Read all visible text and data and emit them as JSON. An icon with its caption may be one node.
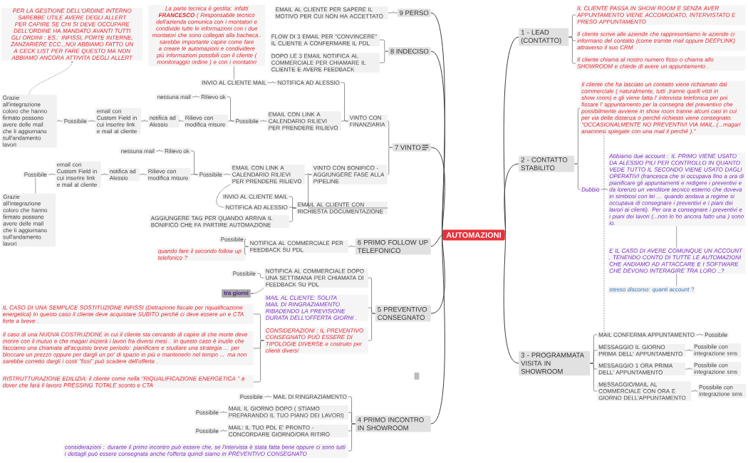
{
  "diagram": {
    "nodes": [
      {
        "text": [
          "AUTOMAZIONI"
        ]
      },
      {
        "text": [
          "1 - LEAD (CONTATTO)"
        ]
      },
      {
        "text": [
          "IL CLIENTE PASSA IN SHOW ROOM E SENZA AVER APPUNTAMENTO VIENE ACCOMODATO, INTERVISTATO E PRESO APPUNTAMENTO"
        ]
      },
      {
        "text": [
          "Il cliente scrive alle aziende che rappresentiamo le aziende ci informano del contatto (come tramite mail oppure DEEPLINK) attraverso il suo CRM"
        ]
      },
      {
        "text": [
          "Il cliente chiama al nostro numero fisso o chiama allo SHOWROOM e chiede di avere un appuntamento ."
        ]
      },
      {
        "text": [
          "2 - CONTATTO STABILITO"
        ]
      },
      {
        "text": [
          "Il cliente che ha lasciato un contatto viene richiamato dal commerciale ( naturalmente, tutti ,tranne quelli visti in show room) e gli viene fatta l' intervista telefonica per poi fissare l' appuntamento per la consegna del preventivo che possibilmente avviene in show room tranne alcuni casi in cui per via della distanza o perché richiesto viene consegnato. \"OCCASIONALMENTE NO PREVENTIVI VIA MAIL..(...magari anamnesi spiegate con una mail il perché ).\""
        ]
      },
      {
        "text": [
          "Dubbio"
        ]
      },
      {
        "text": [
          "Abbiamo due account : IL PRIMO VIENE USATO DA ALESSIO PILI PER CONTROLLO IN QUANTO VEDE TUTTO IL SECONDO VIENE USATO DAGLI OPERATIVI (francesca che si occupava fino a ora di pianificare gli appuntamenti e redigere i preventivi e da lorenzo un venditore tecnico esterno che doveva in simbiosi con lei ... quando andava a regime si occupava di consegnare i preventivi e i piani dei lavori ai clienti). Per ora a consegnare i preventivi e i piani dei lavori (...non lo ho ancora fatto una ) sono io."
        ]
      },
      {
        "text": [
          "E IL CASO DI AVERE COMUNQUE UN ACCOUNT , TENENDO CONTO DI TUTTE LE AUTOMAZIONI CHE ANDIAMO AD ATTACCARE E I SOFTWARE CHE DEVONO INTERAGIRE TRA LORO ..?"
        ]
      },
      {
        "text": [
          "stesso discorso: quanti account ?"
        ]
      },
      {
        "text": [
          "3 - PROGRAMMATA VISITA IN SHOWROOM"
        ]
      },
      {
        "text": [
          "MAIL CONFERMA APPUNTAMENTO"
        ]
      },
      {
        "text": [
          "Possibile"
        ]
      },
      {
        "text": [
          "MESSAGGIO IL GIORNO PRIMA DELL' APPUNTAMENTO"
        ]
      },
      {
        "text": [
          "Possibile con integrazione sms"
        ]
      },
      {
        "text": [
          "MESSAGGIO 1 ORA PRIMA DELL' APPUNTAMENTO"
        ]
      },
      {
        "text": [
          "Possibile con integrazione sms"
        ]
      },
      {
        "text": [
          "MESSAGGIO/MAIL AL COMMERCIALE CON ORA E GIORNO DELL'APPUNTAMENTO"
        ]
      },
      {
        "text": [
          "Possibile con integrazione sms"
        ]
      },
      {
        "text": [
          "4 PRIMO INCONTRO IN SHOWROOM"
        ]
      },
      {
        "text": [
          "MAIL DI RINGRAZIAMENTO"
        ]
      },
      {
        "text": [
          "Possibile"
        ]
      },
      {
        "text": [
          "MAIL IL GIORNO DOPO ( STIAMO PREPARANDO IL TUO PIANO DEI LAVORI)"
        ]
      },
      {
        "text": [
          "Possibile"
        ]
      },
      {
        "text": [
          "MAIL: IL TUO PDL E' PRONTO - CONCORDARE GIORNO/ORA RITIRO"
        ]
      },
      {
        "text": [
          "Possibile"
        ]
      },
      {
        "text": [
          "considerazioni : durante il primo incontro può essere che, se l'intervista è stata fatta bene oppure ci sono tutti i dettagli può essere consegnata anche l'offerta quindi siamo in PREVENTIVO CONSEGNATO"
        ]
      },
      {
        "text": [
          "5 PREVENTIVO CONSEGNATO"
        ]
      },
      {
        "text": [
          "NOTIFICA AL COMMERCIALE DOPO UNA SETTIMANA PER CHIAMATA DI FEEDBACK SU PDL"
        ]
      },
      {
        "text": [
          "Possibile"
        ]
      },
      {
        "text": [
          "tra giorni"
        ]
      },
      {
        "text": [
          "MAIL AL CLIENTE: SOLITA MAIL DI RINGRAZIAMENTO RIBADENDO LA PREVISIONE DURATA DELL'OFFERTA GIORNI ."
        ]
      },
      {
        "text": [
          "CONSIDERAZIONI : IL PREVENTIVO CONSEGNATO PUÒ ESSERE DI TIPOLOGIE DIVERSE e costruito per clienti diversi"
        ]
      },
      {
        "text": [
          "IL CASO DI UNA SEMPLICE SOSTITUZIONE INFISSI (Detrazione fiscale per riqualificazione energetica) In questo caso il cliente deve acquistare SUBITO perché ci deve essere un e CTA forte a breve ."
        ]
      },
      {
        "text": [
          "Il caso di una NUOVA COSTRUZIONE in cui il cliente sta cercando di capire di che morte deve morire con il mutuo e che magari inizierà i lavori fra diversi mesi . In questo caso è inutile che facciamo una chiamata all'acquisto breve periodo: pianificare e studiare una strategia ... per bloccare un prezzo oppure per dargli un po' di spazio in più e mantenerlo nel tempo ... ma non sarebbe corretto dargli i costi \"fissi\" può scadere dell'offerta ."
        ]
      },
      {
        "text": [
          "RISTRUTTURAZIONE EDILIZIA: il cliente come nella \"RIQUALIFICAZIONE ENERGETICA \" a dover che farà il lavoro PRESSING TOTALE sconto e CTA"
        ]
      },
      {
        "text": [
          "6 PRIMO FOLLOW UP TELEFONICO"
        ]
      },
      {
        "text": [
          "NOTIFICA AL COMMERCIALE PER FEEDBACK SU PDL"
        ]
      },
      {
        "text": [
          "Possibile"
        ]
      },
      {
        "text": [
          "quando fare il secondo follow up telefonico ?"
        ]
      },
      {
        "text": [
          "7 VINTO"
        ]
      },
      {
        "text": [
          "VINTO CON FINANZIARIA"
        ]
      },
      {
        "text": [
          "EMAIL CON LINK A CALENDARIO RILIEVI PER PRENDERE RILIEVO"
        ]
      },
      {
        "text": [
          "Possibile"
        ]
      },
      {
        "text": [
          "Rilievo ok"
        ]
      },
      {
        "text": [
          "nessuna mail"
        ]
      },
      {
        "text": [
          "Rilievo con modifica misure"
        ]
      },
      {
        "text": [
          "notifica ad Alessio"
        ]
      },
      {
        "text": [
          "email con Custom Field in cui inserire link e mail al cliente"
        ]
      },
      {
        "text": [
          "Possibile"
        ]
      },
      {
        "text": [
          "Grazie all'integrazione coloro che hanno firmato possono avere delle mail che li aggiornano sull'andamento lavori"
        ]
      },
      {
        "text": [
          "PER LA GESTIONE DELL'ORDINE INTERNO SAREBBE UTILE AVERE DEGLI ALLERT PER CAPIRE SE CHI SI DEVE OCCUPARE DELL'ORDINE HA MANDATO AVANTI TUTTI GLI ORDINI : ES.: INFISSI, PORTE INTERNE, ZANZARIERE ECC...NOI ABBIAMO FATTO UN A CECK LIST PER FARE QUESTO MA NON ABBIAMO ANCORA ATTIVITA DEGLI ALLERT"
        ]
      },
      {
        "text": [
          "NOTIFICA AD ALESSIO"
        ]
      },
      {
        "text": [
          "INVIO AL CLIENTE MAIL"
        ]
      },
      {
        "text": [
          "La parte tecnica è gestita: infatti **FRANCESCO** ( Responsabile tecnico dell'azienda comunica con i montatori e condivide tutte le informazioni con i due montatori che sono collegati alla bacheca.. sarebbe importante capire come fare a creare le automazioni e condividere più informazioni possibili con il cliente ( monitoraggio ordine ) e con i montatori"
        ]
      },
      {
        "text": [
          "VINTO CON BONIFICO - AGGIUNGERE FASE ALLA PIPELINE"
        ]
      },
      {
        "text": [
          "EMAIL CON LINK A CALENDARIO RILIEVI PER PRENDERE RILIEVO"
        ]
      },
      {
        "text": [
          "Possibile"
        ]
      },
      {
        "text": [
          "Rilievo ok"
        ]
      },
      {
        "text": [
          "nessuna mail"
        ]
      },
      {
        "text": [
          "Rilievo con modifica misure"
        ]
      },
      {
        "text": [
          "notifica ad Alessio"
        ]
      },
      {
        "text": [
          "email con Custom Field in cui inserire link e mail al cliente"
        ]
      },
      {
        "text": [
          "Possibile"
        ]
      },
      {
        "text": [
          "Grazie all'integrazione coloro che hanno firmato possono avere delle mail che li aggiornano sull'andamento lavori"
        ]
      },
      {
        "text": [
          "EMAIL AL CLIENTE CON RICHIESTA DOCUMENTAZIONE"
        ]
      },
      {
        "text": [
          "INVIO AL CLIENTE MAIL"
        ]
      },
      {
        "text": [
          "NOTIFICA AD ALESSIO"
        ]
      },
      {
        "text": [
          "AGGIUNGERE TAG PER QUANDO ARRIVA IL BONIFICO CHE FA PARTIRE AUTOMAZIONE"
        ]
      },
      {
        "text": [
          "8 INDECISO"
        ]
      },
      {
        "text": [
          "FLOW DI 3 EMAIL PER \"CONVINCERE\" IL CLIENTE A CONFERMARE IL PDL"
        ]
      },
      {
        "text": [
          "DOPO LE 3 EMAIL NOTIFICA AL COMMERCIALE PER CHIAMARE IL CLIENTE E AVERE FEEDBACK"
        ]
      },
      {
        "text": [
          "9 PERSO"
        ]
      },
      {
        "text": [
          "EMAIL AL CLIENTE PER SAPERE IL MOTIVO PER CUI NON HA ACCETTATO"
        ]
      },
      {
        "text": [],
        "shape": "box"
      }
    ],
    "edges": [
      {
        "from": 0,
        "to": 1,
        "arrow": "none"
      },
      {
        "from": 1,
        "to": 2,
        "arrow": "none"
      },
      {
        "from": 1,
        "to": 3,
        "arrow": "none"
      },
      {
        "from": 1,
        "to": 4,
        "arrow": "none"
      },
      {
        "from": 0,
        "to": 5,
        "arrow": "none"
      },
      {
        "from": 5,
        "to": 6,
        "arrow": "none"
      },
      {
        "from": 5,
        "to": 7,
        "arrow": "none"
      },
      {
        "from": 7,
        "to": 8,
        "arrow": "none"
      },
      {
        "from": 8,
        "to": 9,
        "arrow": "none"
      },
      {
        "from": 9,
        "to": 10,
        "arrow": "none"
      },
      {
        "from": 0,
        "to": 11,
        "arrow": "none"
      },
      {
        "from": 11,
        "to": 12,
        "arrow": "none"
      },
      {
        "from": 12,
        "to": 13,
        "arrow": "none"
      },
      {
        "from": 11,
        "to": 14,
        "arrow": "none"
      },
      {
        "from": 14,
        "to": 15,
        "arrow": "none"
      },
      {
        "from": 11,
        "to": 16,
        "arrow": "none"
      },
      {
        "from": 16,
        "to": 17,
        "arrow": "none"
      },
      {
        "from": 11,
        "to": 18,
        "arrow": "none"
      },
      {
        "from": 18,
        "to": 19,
        "arrow": "none"
      },
      {
        "from": 6,
        "to": 12,
        "arrow": "none",
        "style": "dashed"
      },
      {
        "from": 0,
        "to": 20,
        "arrow": "none"
      },
      {
        "from": 20,
        "to": 21,
        "arrow": "none"
      },
      {
        "from": 21,
        "to": 22,
        "arrow": "none"
      },
      {
        "from": 20,
        "to": 23,
        "arrow": "none"
      },
      {
        "from": 23,
        "to": 24,
        "arrow": "none"
      },
      {
        "from": 20,
        "to": 25,
        "arrow": "none"
      },
      {
        "from": 25,
        "to": 26,
        "arrow": "none"
      },
      {
        "from": 20,
        "to": 27,
        "arrow": "none"
      },
      {
        "from": 0,
        "to": 28,
        "arrow": "none"
      },
      {
        "from": 28,
        "to": 29,
        "arrow": "none"
      },
      {
        "from": 29,
        "to": 30,
        "arrow": "none"
      },
      {
        "from": 29,
        "to": 31,
        "arrow": "to"
      },
      {
        "from": 28,
        "to": 32,
        "arrow": "none"
      },
      {
        "from": 28,
        "to": 33,
        "arrow": "none"
      },
      {
        "from": 33,
        "to": 34,
        "arrow": "none"
      },
      {
        "from": 33,
        "to": 35,
        "arrow": "none"
      },
      {
        "from": 33,
        "to": 36,
        "arrow": "none"
      },
      {
        "from": 0,
        "to": 37,
        "arrow": "none"
      },
      {
        "from": 37,
        "to": 38,
        "arrow": "none"
      },
      {
        "from": 38,
        "to": 39,
        "arrow": "none"
      },
      {
        "from": 38,
        "to": 40,
        "arrow": "none"
      },
      {
        "from": 0,
        "to": 41,
        "arrow": "none"
      },
      {
        "from": 41,
        "to": 42,
        "arrow": "none"
      },
      {
        "from": 42,
        "to": 43,
        "arrow": "none"
      },
      {
        "from": 43,
        "to": 44,
        "arrow": "none"
      },
      {
        "from": 44,
        "to": 45,
        "arrow": "none"
      },
      {
        "from": 45,
        "to": 46,
        "arrow": "none"
      },
      {
        "from": 44,
        "to": 47,
        "arrow": "none"
      },
      {
        "from": 47,
        "to": 48,
        "arrow": "none"
      },
      {
        "from": 48,
        "to": 49,
        "arrow": "none"
      },
      {
        "from": 49,
        "to": 50,
        "arrow": "none"
      },
      {
        "from": 50,
        "to": 51,
        "arrow": "none"
      },
      {
        "from": 51,
        "to": 52,
        "arrow": "to",
        "style": "dashed"
      },
      {
        "from": 42,
        "to": 53,
        "arrow": "none"
      },
      {
        "from": 53,
        "to": 54,
        "arrow": "none"
      },
      {
        "from": 54,
        "to": 55,
        "arrow": "none"
      },
      {
        "from": 41,
        "to": 56,
        "arrow": "none"
      },
      {
        "from": 56,
        "to": 57,
        "arrow": "none"
      },
      {
        "from": 57,
        "to": 58,
        "arrow": "none"
      },
      {
        "from": 58,
        "to": 59,
        "arrow": "none"
      },
      {
        "from": 59,
        "to": 60,
        "arrow": "none"
      },
      {
        "from": 58,
        "to": 61,
        "arrow": "none"
      },
      {
        "from": 61,
        "to": 62,
        "arrow": "none"
      },
      {
        "from": 62,
        "to": 63,
        "arrow": "none"
      },
      {
        "from": 63,
        "to": 64,
        "arrow": "none"
      },
      {
        "from": 64,
        "to": 65,
        "arrow": "none"
      },
      {
        "from": 56,
        "to": 66,
        "arrow": "none"
      },
      {
        "from": 66,
        "to": 67,
        "arrow": "none"
      },
      {
        "from": 66,
        "to": 68,
        "arrow": "none"
      },
      {
        "from": 66,
        "to": 69,
        "arrow": "none"
      },
      {
        "from": 57,
        "to": 68,
        "arrow": "none"
      },
      {
        "from": 0,
        "to": 70,
        "arrow": "none"
      },
      {
        "from": 70,
        "to": 71,
        "arrow": "none"
      },
      {
        "from": 70,
        "to": 72,
        "arrow": "none"
      },
      {
        "from": 0,
        "to": 73,
        "arrow": "none"
      },
      {
        "from": 73,
        "to": 74,
        "arrow": "none"
      }
    ]
  }
}
